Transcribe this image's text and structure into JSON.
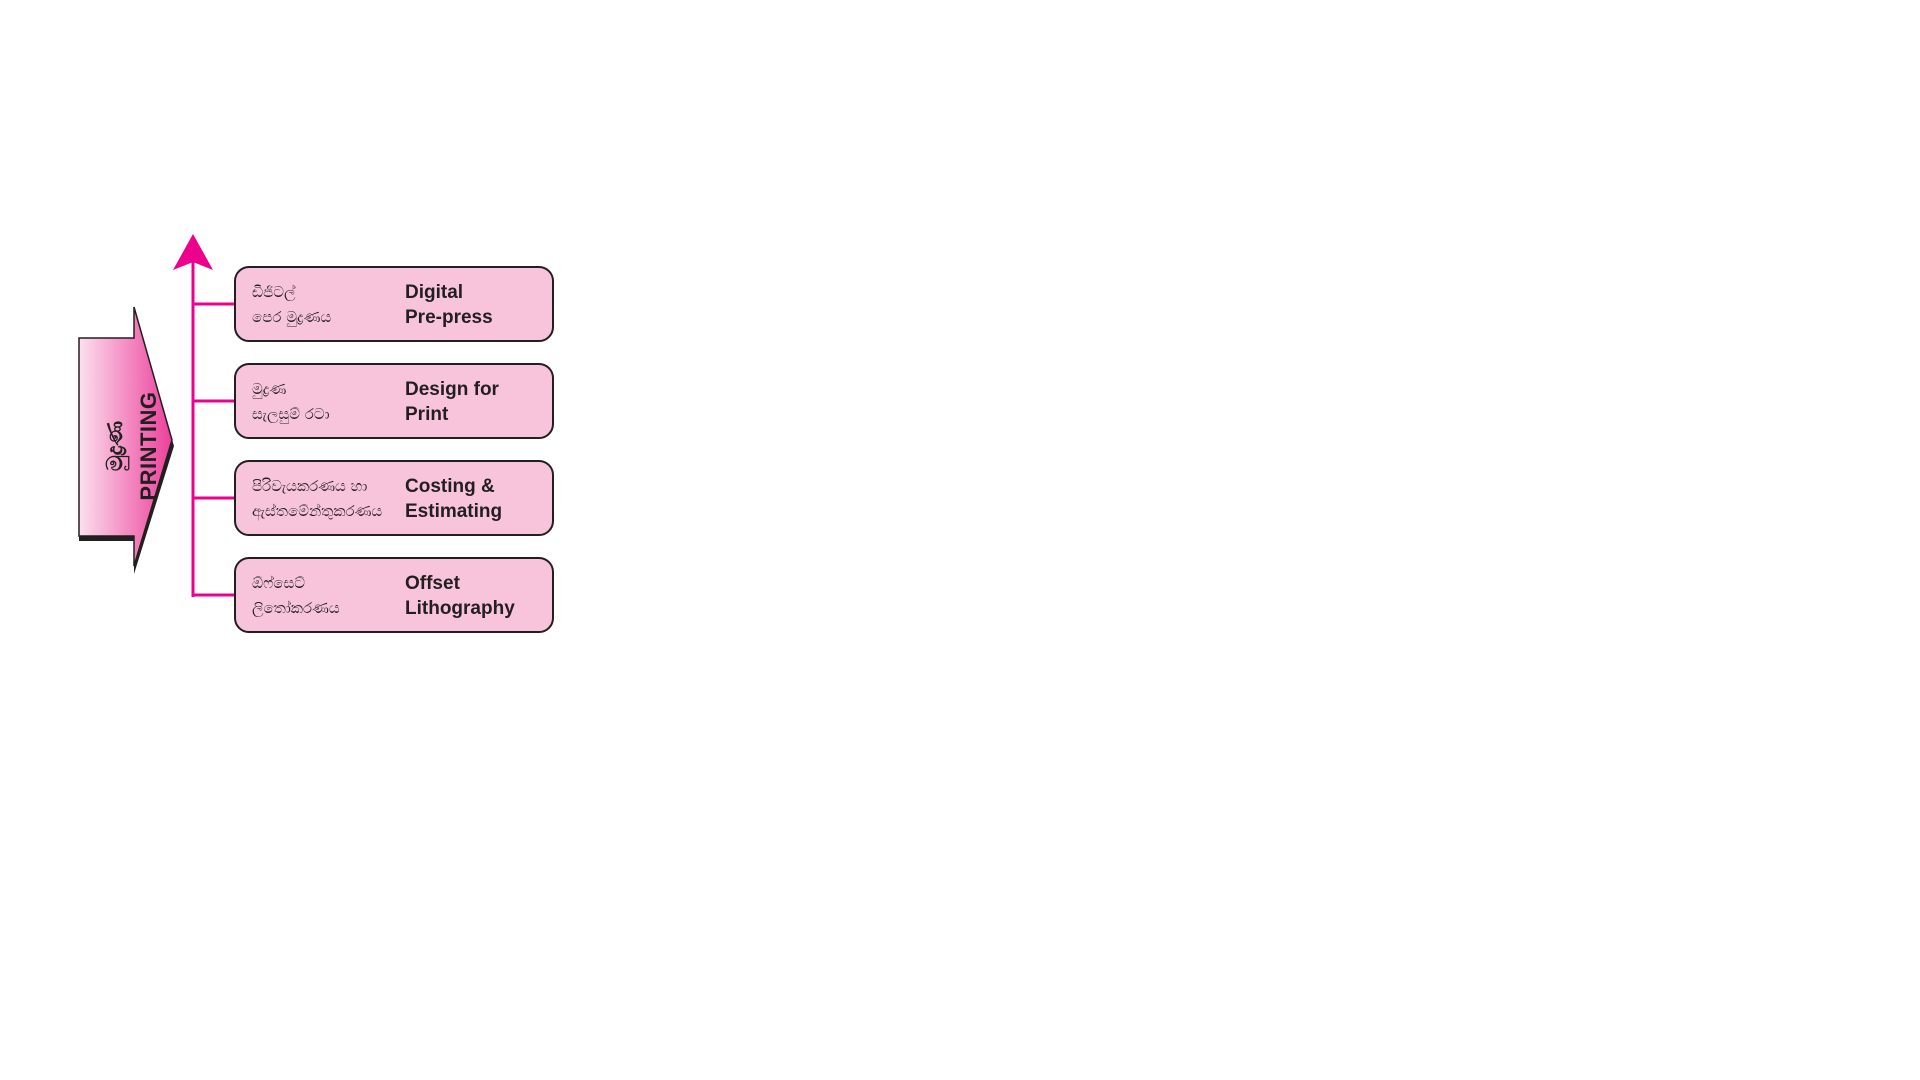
{
  "colors": {
    "magenta": "#ec008c",
    "box_fill": "#f7c4dc",
    "outline": "#231f20",
    "arrow_gradient_light": "#fbe0ee",
    "arrow_gradient_dark": "#ec3f9a"
  },
  "main_arrow": {
    "label_sinhala": "මුද්‍රණ",
    "label_english": "PRINTING"
  },
  "branches": [
    {
      "sinhala": [
        "ඩිජිටල්",
        "පෙර මුද්‍රණය"
      ],
      "english": [
        "Digital",
        "Pre-press"
      ]
    },
    {
      "sinhala": [
        "මුද්‍රණ",
        "සැලසුම් රටා"
      ],
      "english": [
        "Design for",
        "Print"
      ]
    },
    {
      "sinhala": [
        "පිරිවැයකරණය හා",
        "ඇස්තමේන්තුකරණය"
      ],
      "english": [
        "Costing &",
        "Estimating"
      ]
    },
    {
      "sinhala": [
        "ඕෆ්සෙට්",
        "ලිතෝකරණය"
      ],
      "english": [
        "Offset",
        "Lithography"
      ]
    }
  ]
}
